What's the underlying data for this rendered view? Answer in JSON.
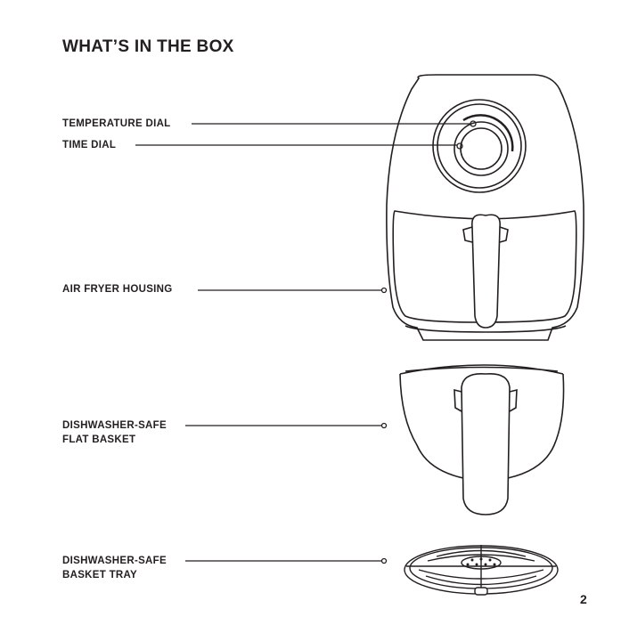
{
  "title": "WHAT’S IN THE BOX",
  "labels": {
    "temperature_dial": "TEMPERATURE DIAL",
    "time_dial": "TIME DIAL",
    "housing": "AIR FRYER HOUSING",
    "basket_line1": "DISHWASHER-SAFE",
    "basket_line2": "FLAT BASKET",
    "tray_line1": "DISHWASHER-SAFE",
    "tray_line2": "BASKET TRAY"
  },
  "page_number": "2"
}
